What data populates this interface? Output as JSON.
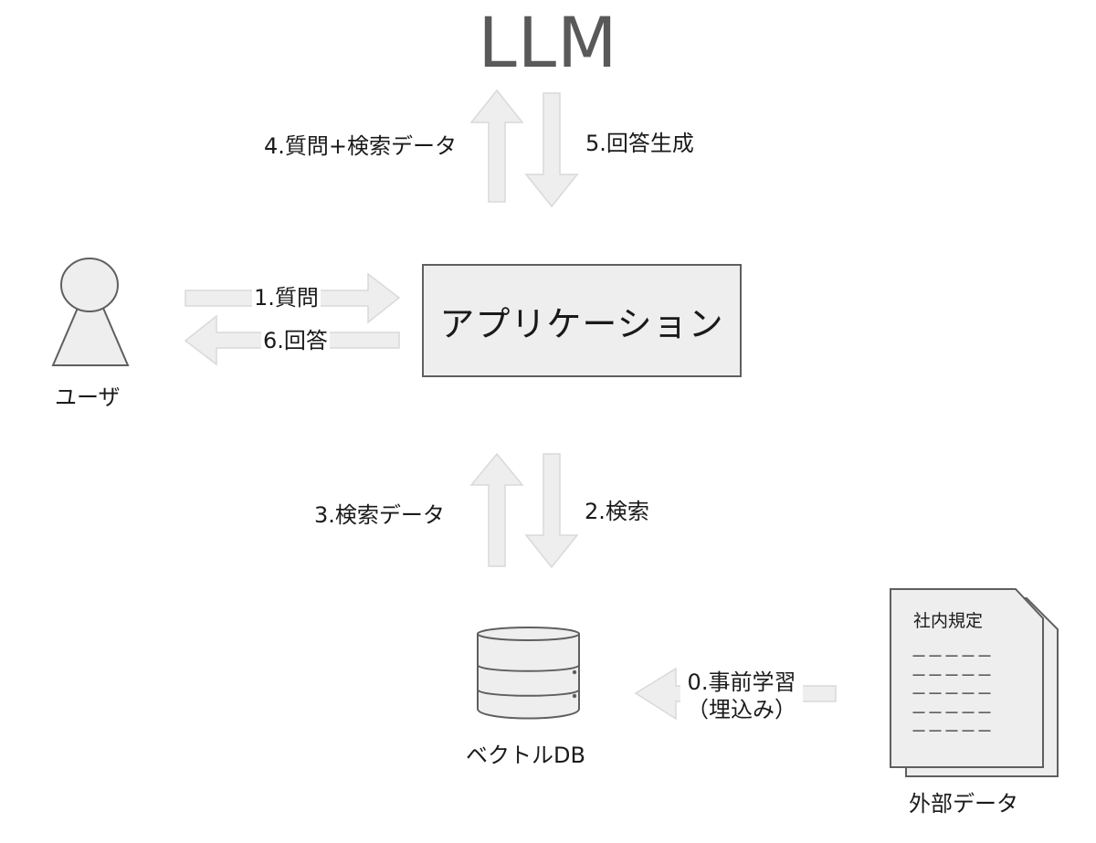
{
  "title": "LLM",
  "nodes": {
    "llm": {
      "label": "LLM"
    },
    "application": {
      "label": "アプリケーション"
    },
    "user": {
      "label": "ユーザ"
    },
    "vector_db": {
      "label": "ベクトルDB"
    },
    "external_data": {
      "label": "外部データ",
      "document_title": "社内規定",
      "document_lines": [
        "－－－－－",
        "－－－－－",
        "－－－－－",
        "－－－－－",
        "－－－－－"
      ]
    }
  },
  "edges": [
    {
      "id": "step0",
      "label_line1": "0.事前学習",
      "label_line2": "（埋込み）",
      "from": "external_data",
      "to": "vector_db"
    },
    {
      "id": "step1",
      "label": "1.質問",
      "from": "user",
      "to": "application"
    },
    {
      "id": "step2",
      "label": "2.検索",
      "from": "application",
      "to": "vector_db"
    },
    {
      "id": "step3",
      "label": "3.検索データ",
      "from": "vector_db",
      "to": "application"
    },
    {
      "id": "step4",
      "label": "4.質問+検索データ",
      "from": "application",
      "to": "llm"
    },
    {
      "id": "step5",
      "label": "5.回答生成",
      "from": "llm",
      "to": "application"
    },
    {
      "id": "step6",
      "label": "6.回答",
      "from": "application",
      "to": "user"
    }
  ],
  "colors": {
    "shape_fill": "#eeeeee",
    "shape_stroke": "#5f5f5f",
    "arrow_fill": "#eeeeee",
    "arrow_stroke": "#d9d9d9",
    "title_text": "#595959",
    "text": "#1a1a1a"
  }
}
